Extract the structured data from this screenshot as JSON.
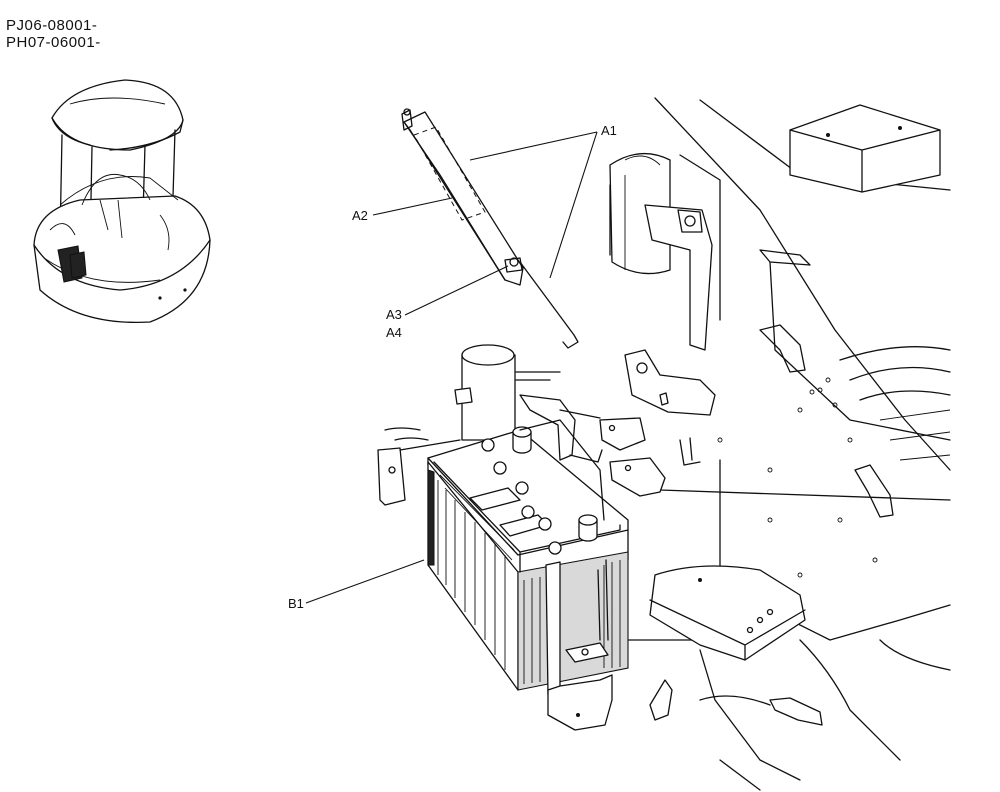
{
  "serials": [
    "PJ06-08001-",
    "PH07-06001-"
  ],
  "callouts": {
    "a1": "A1",
    "a2": "A2",
    "a3": "A3",
    "a4": "A4",
    "b1": "B1"
  }
}
